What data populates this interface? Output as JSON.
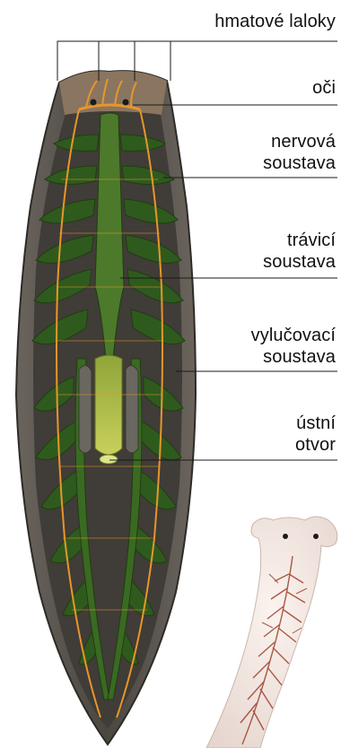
{
  "labels": {
    "tactile_lobes": "hmatové laloky",
    "eyes": "oči",
    "nervous_system": [
      "nervová",
      "soustava"
    ],
    "digestive_system": [
      "trávicí",
      "soustava"
    ],
    "excretory_system": [
      "vylučovací",
      "soustava"
    ],
    "mouth": [
      "ústní",
      "otvor"
    ]
  },
  "colors": {
    "body_outer": "#57524c",
    "body_inner": "#3f3b36",
    "gut": "#2f5a1e",
    "gut_light": "#6f8f3a",
    "pharynx": "#b6c454",
    "nerve": "#e7962a",
    "leader_line": "#1a1a1a",
    "inset_body": "#f4e9e4",
    "inset_gut": "#a24832"
  }
}
